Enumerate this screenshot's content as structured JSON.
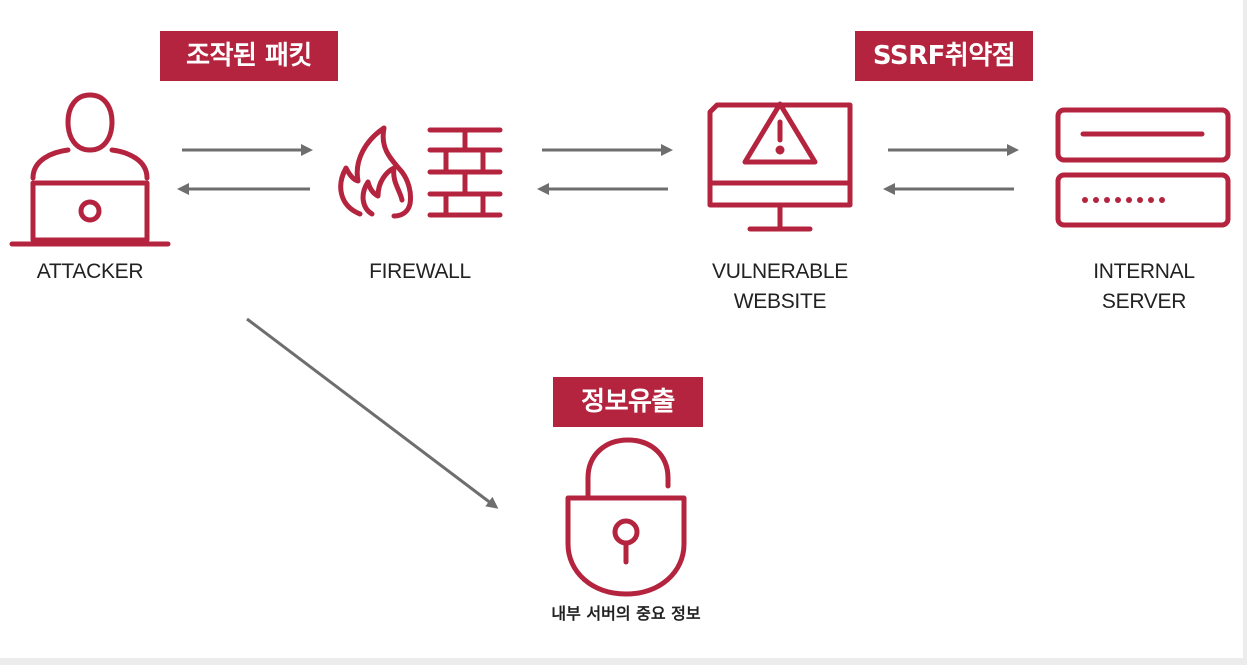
{
  "nodes": {
    "attacker": "ATTACKER",
    "firewall": "FIREWALL",
    "vulnerable_website_line1": "VULNERABLE",
    "vulnerable_website_line2": "WEBSITE",
    "internal_server_line1": "INTERNAL",
    "internal_server_line2": "SERVER"
  },
  "badges": {
    "crafted_packet": "조작된 패킷",
    "ssrf_vulnerability": "SSRF취약점",
    "data_leak": "정보유출"
  },
  "lock_caption": "내부 서버의 중요 정보",
  "colors": {
    "accent": "#b4243f",
    "arrow": "#6e6e6e",
    "text": "#222222"
  },
  "icons": [
    "attacker-laptop-icon",
    "firewall-flame-icon",
    "warning-monitor-icon",
    "server-icon",
    "unlocked-padlock-icon"
  ]
}
